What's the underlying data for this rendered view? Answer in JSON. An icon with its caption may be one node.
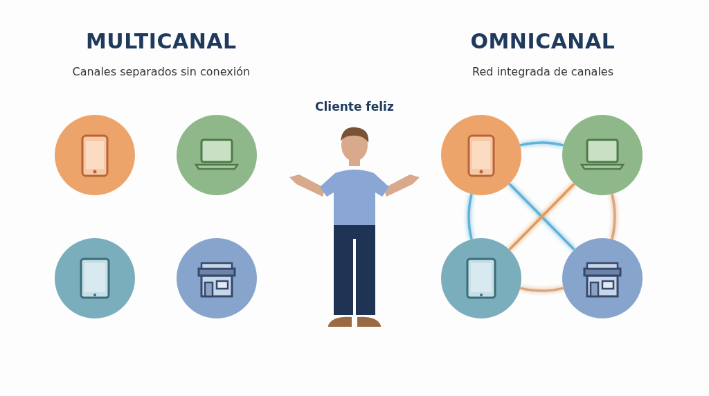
{
  "diagram": {
    "nodes": [
      {
        "text": [],
        "shape": "circle"
      },
      {
        "text": [],
        "shape": "circle"
      },
      {
        "text": [],
        "shape": "circle"
      },
      {
        "text": [],
        "shape": "circle"
      },
      {
        "text": [
          "Cliente feliz"
        ]
      },
      {
        "text": [],
        "shape": "circle"
      },
      {
        "text": [],
        "shape": "circle"
      },
      {
        "text": [],
        "shape": "circle"
      },
      {
        "text": [],
        "shape": "circle"
      }
    ],
    "edges": [
      {
        "from": 5,
        "to": 6,
        "arrow": "none"
      },
      {
        "from": 5,
        "to": 7,
        "arrow": "none"
      },
      {
        "from": 6,
        "to": 8,
        "arrow": "none",
        "color": "#d9a57a"
      },
      {
        "from": 7,
        "to": 8,
        "arrow": "none",
        "color": "#d9a57a"
      },
      {
        "from": 5,
        "to": 8,
        "arrow": "none"
      },
      {
        "from": 6,
        "to": 7,
        "arrow": "none",
        "color": "#e39a5a"
      }
    ],
    "labels": [
      "MULTICANAL",
      "Canales separados sin conexión",
      "OMNICANAL",
      "Red integrada de canales"
    ]
  }
}
